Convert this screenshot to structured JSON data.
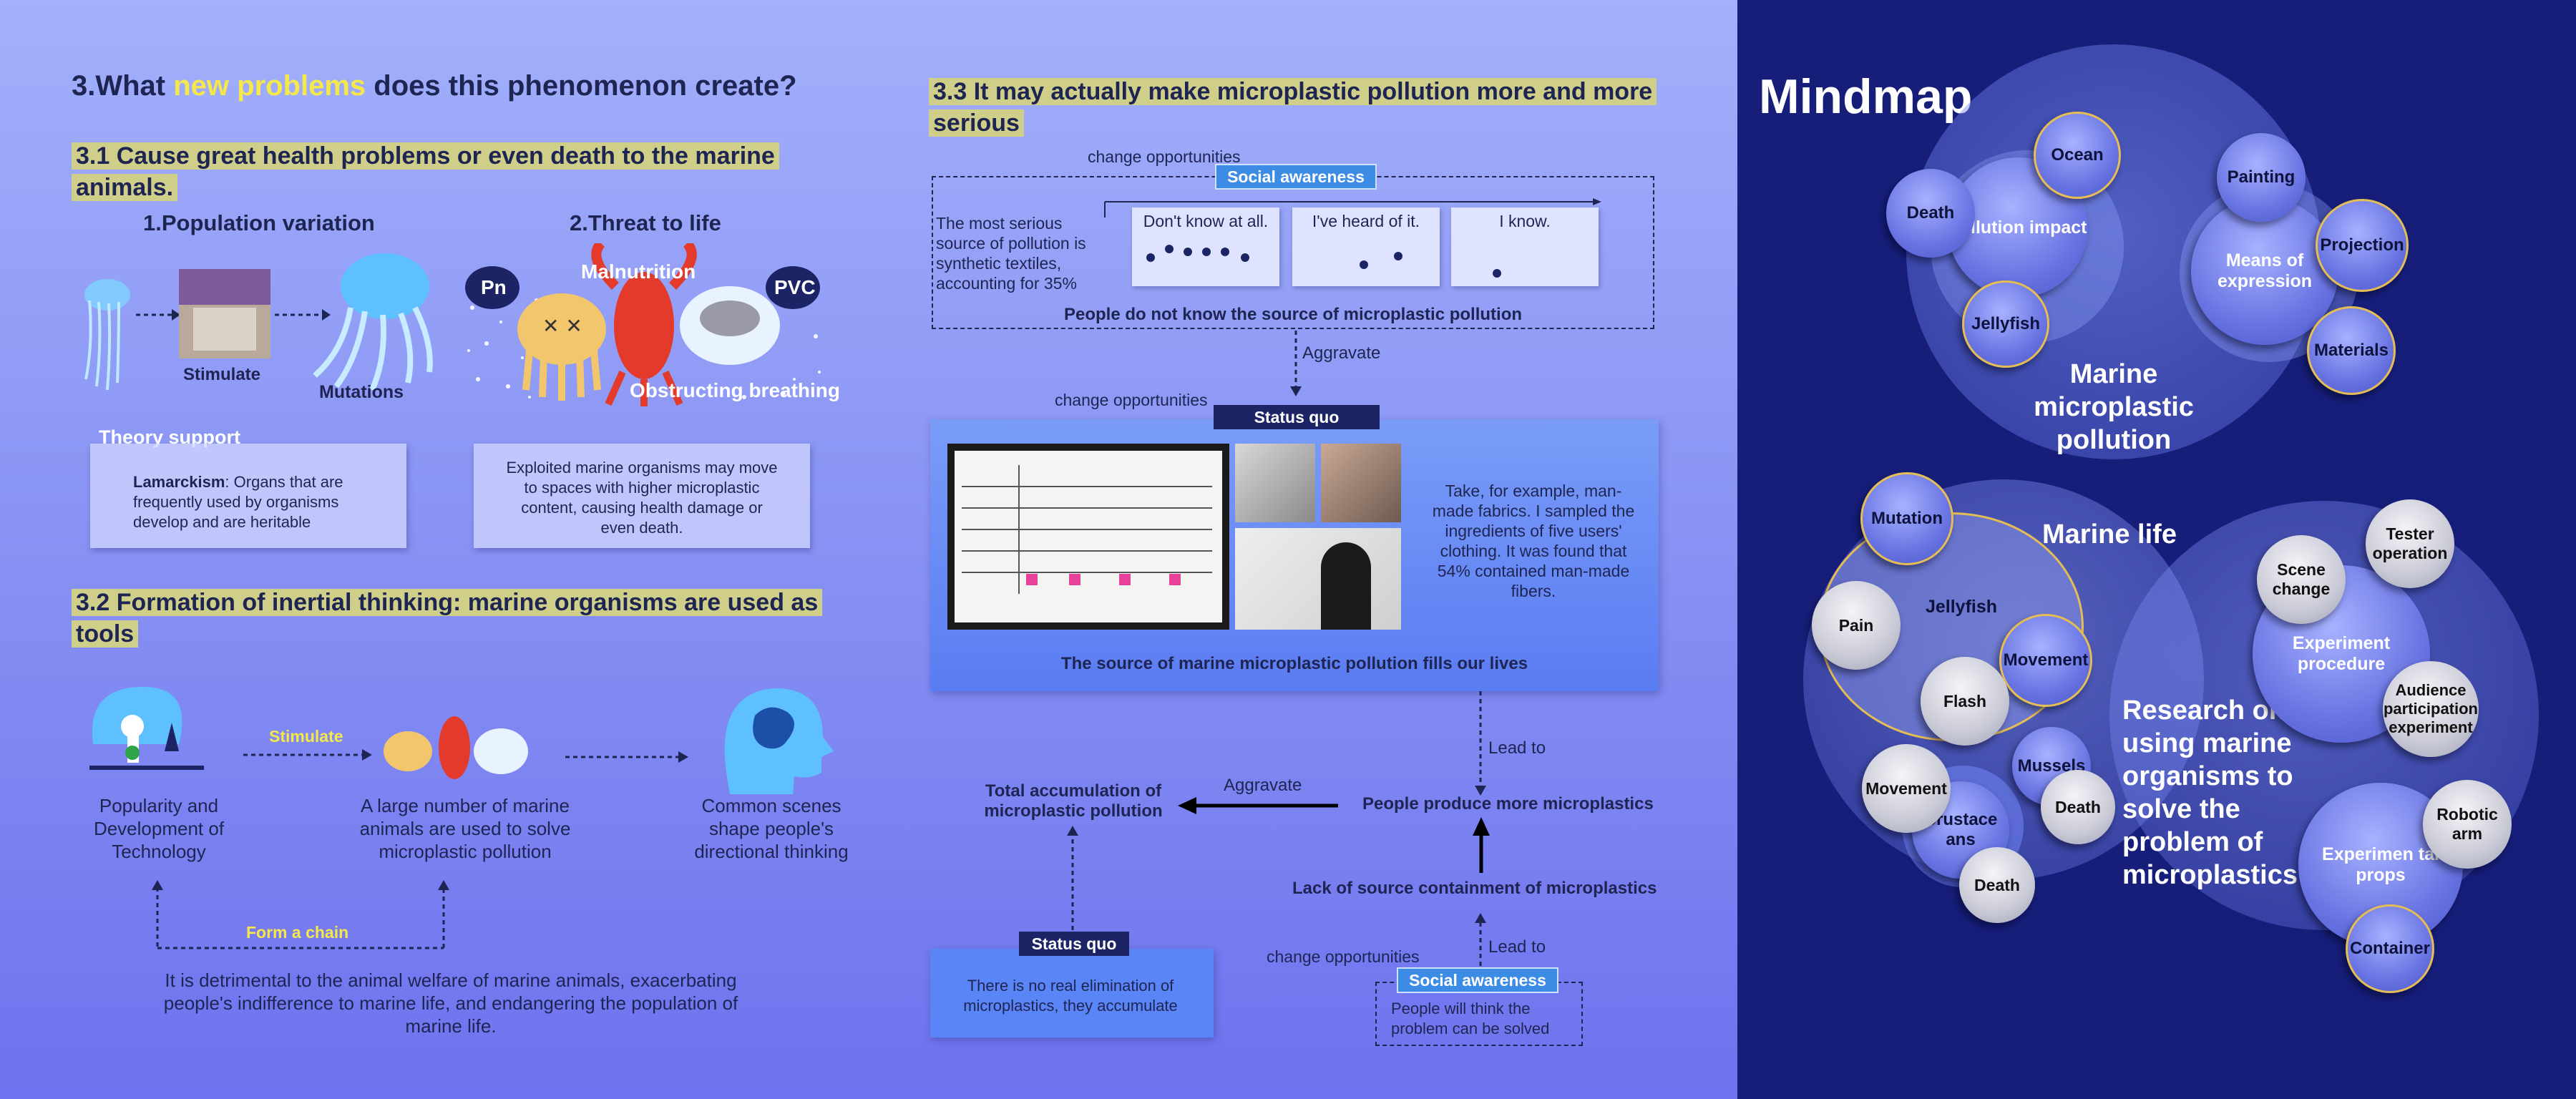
{
  "section3": {
    "title_pre": "3.What ",
    "title_highlight": "new problems",
    "title_post": " does this phenomenon create?",
    "s31_title": "3.1 Cause great health problems or even death to the marine animals.",
    "pop_var": "1.Population variation",
    "threat": "2.Threat to life",
    "stimulate_label": "Stimulate",
    "mutations_label": "Mutations",
    "pn": "Pn",
    "pvc": "PVC",
    "malnutrition": "Malnutrition",
    "obstructing": "Obstructing breathing",
    "theory_support": "Theory support",
    "lamarck_term": "Lamarckism",
    "lamarck_text": ": Organs that are frequently used by organisms develop and are heritable",
    "exploited_text": "Exploited marine organisms may move to spaces with higher microplastic content, causing health damage or even death.",
    "s32_title": "3.2 Formation of inertial thinking: marine organisms are used as tools",
    "stimulate2": "Stimulate",
    "popularity": "Popularity and Development of Technology",
    "large_number": "A large number of marine animals are used to solve microplastic pollution",
    "common_scenes": "Common scenes shape people's directional thinking",
    "form_chain": "Form a chain",
    "detrimental": "It is detrimental to the animal welfare of marine animals, exacerbating people's indifference to marine life, and endangering the population of marine life."
  },
  "section33": {
    "title": "3.3 It may actually make microplastic pollution more and more serious",
    "change_opp": "change opportunities",
    "social_awareness": "Social awareness",
    "serious_source": "The most serious source of pollution is synthetic textiles, accounting for 35%",
    "survey_options": [
      "Don't know at all.",
      "I've heard of it.",
      "I know."
    ],
    "survey_caption": "People do not know the source of microplastic pollution",
    "aggravate": "Aggravate",
    "status_quo": "Status quo",
    "take_example": "Take, for example, man-made fabrics. I sampled the ingredients of five users' clothing. It was found that 54% contained man-made fibers.",
    "source_fills": "The source of marine microplastic pollution fills our lives",
    "lead_to": "Lead to",
    "people_produce": "People produce more microplastics",
    "total_accum": "Total accumulation of microplastic pollution",
    "lack_source": "Lack of source containment of microplastics",
    "no_elimination": "There is no real elimination of microplastics, they accumulate",
    "people_think": "People will think the problem can be solved"
  },
  "mindmap": {
    "title": "Mindmap",
    "big1": "Marine microplastic pollution",
    "big2": "Marine life",
    "big3": "Research on using marine organisms to solve the problem of microplastics",
    "pollution_impact": "pollution impact",
    "death": "Death",
    "ocean": "Ocean",
    "jellyfish": "Jellyfish",
    "means": "Means of expression",
    "painting": "Painting",
    "projection": "Projection",
    "materials": "Materials",
    "mutation": "Mutation",
    "jellyfish2": "Jellyfish",
    "pain": "Pain",
    "movement": "Movement",
    "flash": "Flash",
    "movement2": "Movement",
    "crustaceans": "Crustace ans",
    "mussels": "Mussels",
    "death2": "Death",
    "death3": "Death",
    "scene_change": "Scene change",
    "tester": "Tester operation",
    "exp_procedure": "Experiment procedure",
    "audience": "Audience participation experiment",
    "exp_props": "Experimen tal props",
    "robotic": "Robotic arm",
    "container": "Container"
  },
  "colors": {
    "highlight": "#f5e84a",
    "title_bg": "#cfcf8a",
    "dark_navy": "#1c2466",
    "social_blue": "#3c8ce6",
    "mindmap_bg": "#161e7a",
    "gold_ring": "#e5bd55"
  }
}
